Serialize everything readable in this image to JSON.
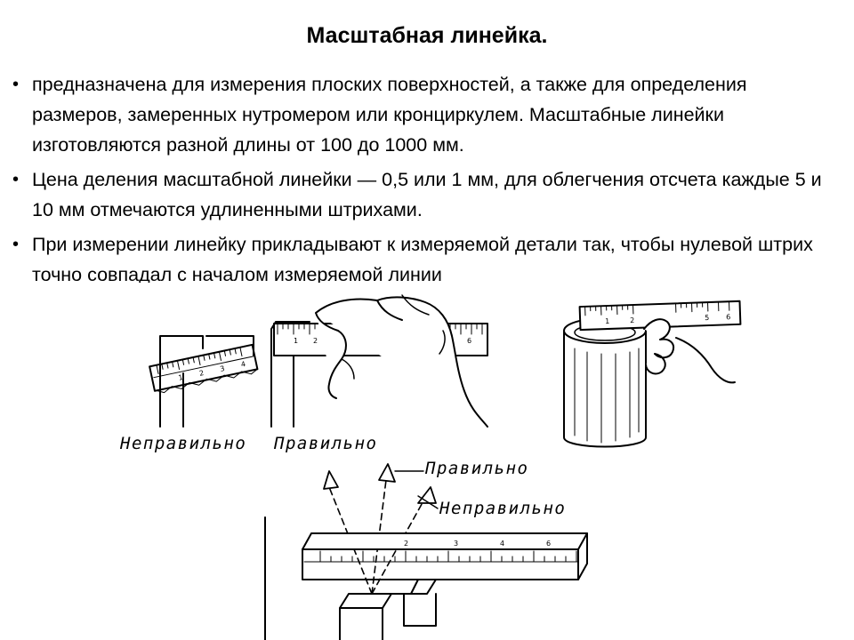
{
  "slide": {
    "title": "Масштабная линейка.",
    "bullets": [
      "предназначена для измерения плоских поверхностей, а также для определения размеров, замеренных нутромером или кронциркулем. Масштабные линейки изготовляются разной длины от 100 до 1000 мм.",
      " Цена деления масштабной линейки — 0,5 или 1 мм, для облегчения отсчета каждые 5 и 10 мм отмечаются удлиненными штрихами.",
      " При измерении линейку прикладывают к измеряемой детали так, чтобы нулевой штрих точно совпадал с началом измеряемой линии"
    ]
  },
  "figure": {
    "labels": {
      "wrong_top": "Неправильно",
      "right_top": "Правильно",
      "right_bottom": "Правильно",
      "wrong_bottom": "Неправильно"
    },
    "ruler_numbers": [
      "1",
      "2",
      "3",
      "4",
      "5",
      "6"
    ]
  }
}
